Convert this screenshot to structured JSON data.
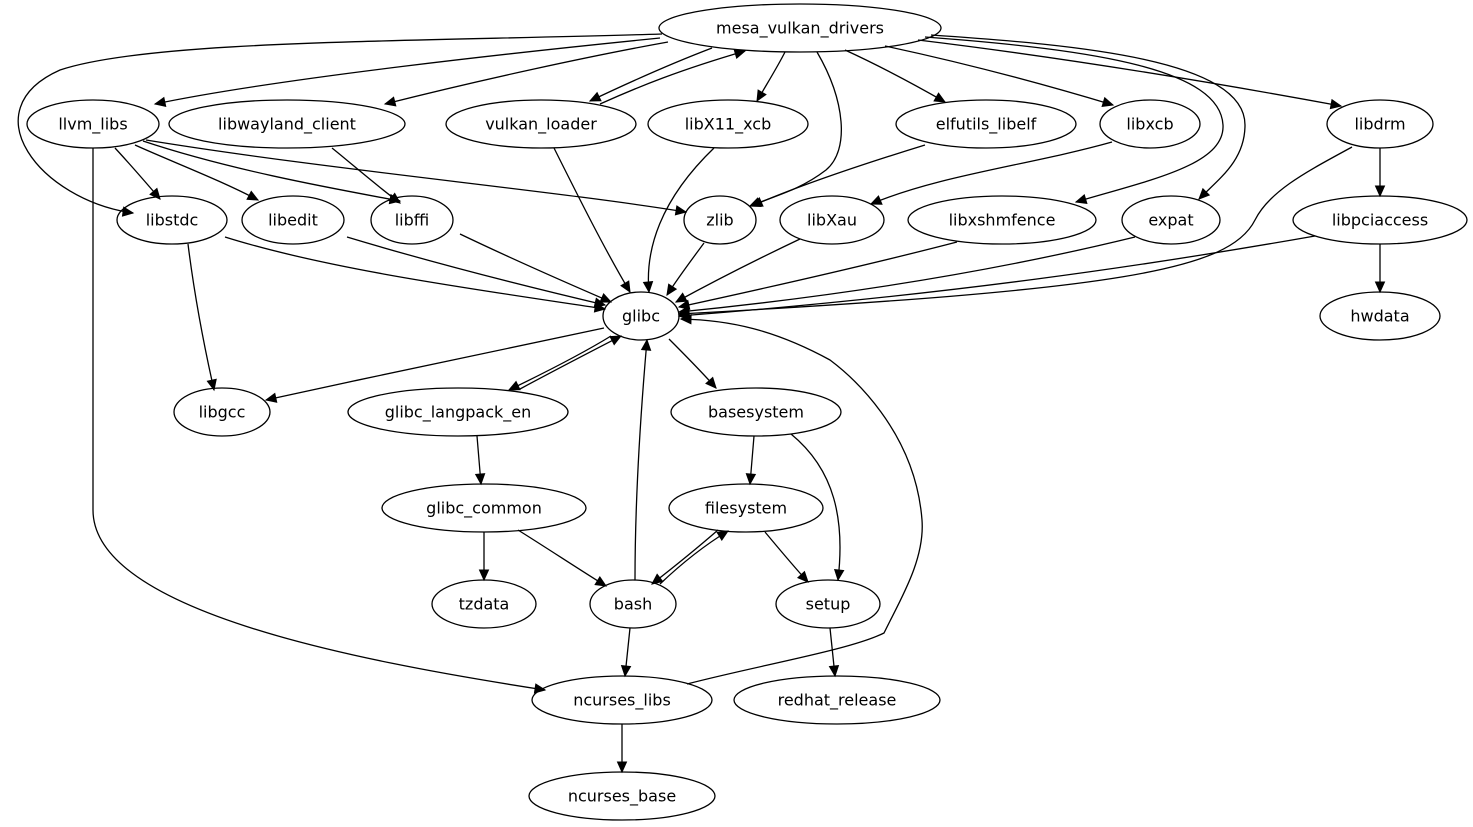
{
  "title": "Package dependency graph",
  "nodes": [
    {
      "id": "mesa_vulkan_drivers",
      "label": "mesa_vulkan_drivers"
    },
    {
      "id": "llvm_libs",
      "label": "llvm_libs"
    },
    {
      "id": "libwayland_client",
      "label": "libwayland_client"
    },
    {
      "id": "vulkan_loader",
      "label": "vulkan_loader"
    },
    {
      "id": "libX11_xcb",
      "label": "libX11_xcb"
    },
    {
      "id": "elfutils_libelf",
      "label": "elfutils_libelf"
    },
    {
      "id": "libxcb",
      "label": "libxcb"
    },
    {
      "id": "libdrm",
      "label": "libdrm"
    },
    {
      "id": "libstdc",
      "label": "libstdc"
    },
    {
      "id": "libedit",
      "label": "libedit"
    },
    {
      "id": "libffi",
      "label": "libffi"
    },
    {
      "id": "zlib",
      "label": "zlib"
    },
    {
      "id": "libXau",
      "label": "libXau"
    },
    {
      "id": "libxshmfence",
      "label": "libxshmfence"
    },
    {
      "id": "expat",
      "label": "expat"
    },
    {
      "id": "libpciaccess",
      "label": "libpciaccess"
    },
    {
      "id": "glibc",
      "label": "glibc"
    },
    {
      "id": "hwdata",
      "label": "hwdata"
    },
    {
      "id": "libgcc",
      "label": "libgcc"
    },
    {
      "id": "glibc_langpack_en",
      "label": "glibc_langpack_en"
    },
    {
      "id": "basesystem",
      "label": "basesystem"
    },
    {
      "id": "glibc_common",
      "label": "glibc_common"
    },
    {
      "id": "filesystem",
      "label": "filesystem"
    },
    {
      "id": "tzdata",
      "label": "tzdata"
    },
    {
      "id": "bash",
      "label": "bash"
    },
    {
      "id": "setup",
      "label": "setup"
    },
    {
      "id": "ncurses_libs",
      "label": "ncurses_libs"
    },
    {
      "id": "redhat_release",
      "label": "redhat_release"
    },
    {
      "id": "ncurses_base",
      "label": "ncurses_base"
    }
  ],
  "edges": [
    {
      "from": "mesa_vulkan_drivers",
      "to": "llvm_libs"
    },
    {
      "from": "mesa_vulkan_drivers",
      "to": "libwayland_client"
    },
    {
      "from": "mesa_vulkan_drivers",
      "to": "vulkan_loader"
    },
    {
      "from": "vulkan_loader",
      "to": "mesa_vulkan_drivers"
    },
    {
      "from": "mesa_vulkan_drivers",
      "to": "libX11_xcb"
    },
    {
      "from": "mesa_vulkan_drivers",
      "to": "elfutils_libelf"
    },
    {
      "from": "mesa_vulkan_drivers",
      "to": "libxcb"
    },
    {
      "from": "mesa_vulkan_drivers",
      "to": "libdrm"
    },
    {
      "from": "mesa_vulkan_drivers",
      "to": "libstdc"
    },
    {
      "from": "mesa_vulkan_drivers",
      "to": "zlib"
    },
    {
      "from": "mesa_vulkan_drivers",
      "to": "libxshmfence"
    },
    {
      "from": "mesa_vulkan_drivers",
      "to": "expat"
    },
    {
      "from": "llvm_libs",
      "to": "libstdc"
    },
    {
      "from": "llvm_libs",
      "to": "libedit"
    },
    {
      "from": "llvm_libs",
      "to": "libffi"
    },
    {
      "from": "llvm_libs",
      "to": "zlib"
    },
    {
      "from": "llvm_libs",
      "to": "ncurses_libs"
    },
    {
      "from": "libwayland_client",
      "to": "libffi"
    },
    {
      "from": "vulkan_loader",
      "to": "glibc"
    },
    {
      "from": "libX11_xcb",
      "to": "glibc"
    },
    {
      "from": "elfutils_libelf",
      "to": "zlib"
    },
    {
      "from": "libxcb",
      "to": "libXau"
    },
    {
      "from": "libdrm",
      "to": "libpciaccess"
    },
    {
      "from": "libdrm",
      "to": "glibc"
    },
    {
      "from": "libstdc",
      "to": "glibc"
    },
    {
      "from": "libstdc",
      "to": "libgcc"
    },
    {
      "from": "libedit",
      "to": "glibc"
    },
    {
      "from": "libffi",
      "to": "glibc"
    },
    {
      "from": "zlib",
      "to": "glibc"
    },
    {
      "from": "libXau",
      "to": "glibc"
    },
    {
      "from": "libxshmfence",
      "to": "glibc"
    },
    {
      "from": "expat",
      "to": "glibc"
    },
    {
      "from": "libpciaccess",
      "to": "glibc"
    },
    {
      "from": "libpciaccess",
      "to": "hwdata"
    },
    {
      "from": "glibc",
      "to": "libgcc"
    },
    {
      "from": "glibc",
      "to": "glibc_langpack_en"
    },
    {
      "from": "glibc_langpack_en",
      "to": "glibc"
    },
    {
      "from": "glibc",
      "to": "basesystem"
    },
    {
      "from": "glibc_langpack_en",
      "to": "glibc_common"
    },
    {
      "from": "basesystem",
      "to": "filesystem"
    },
    {
      "from": "basesystem",
      "to": "setup"
    },
    {
      "from": "glibc_common",
      "to": "tzdata"
    },
    {
      "from": "glibc_common",
      "to": "bash"
    },
    {
      "from": "filesystem",
      "to": "bash"
    },
    {
      "from": "bash",
      "to": "filesystem"
    },
    {
      "from": "filesystem",
      "to": "setup"
    },
    {
      "from": "bash",
      "to": "glibc"
    },
    {
      "from": "bash",
      "to": "ncurses_libs"
    },
    {
      "from": "setup",
      "to": "redhat_release"
    },
    {
      "from": "ncurses_libs",
      "to": "glibc"
    },
    {
      "from": "ncurses_libs",
      "to": "ncurses_base"
    }
  ]
}
